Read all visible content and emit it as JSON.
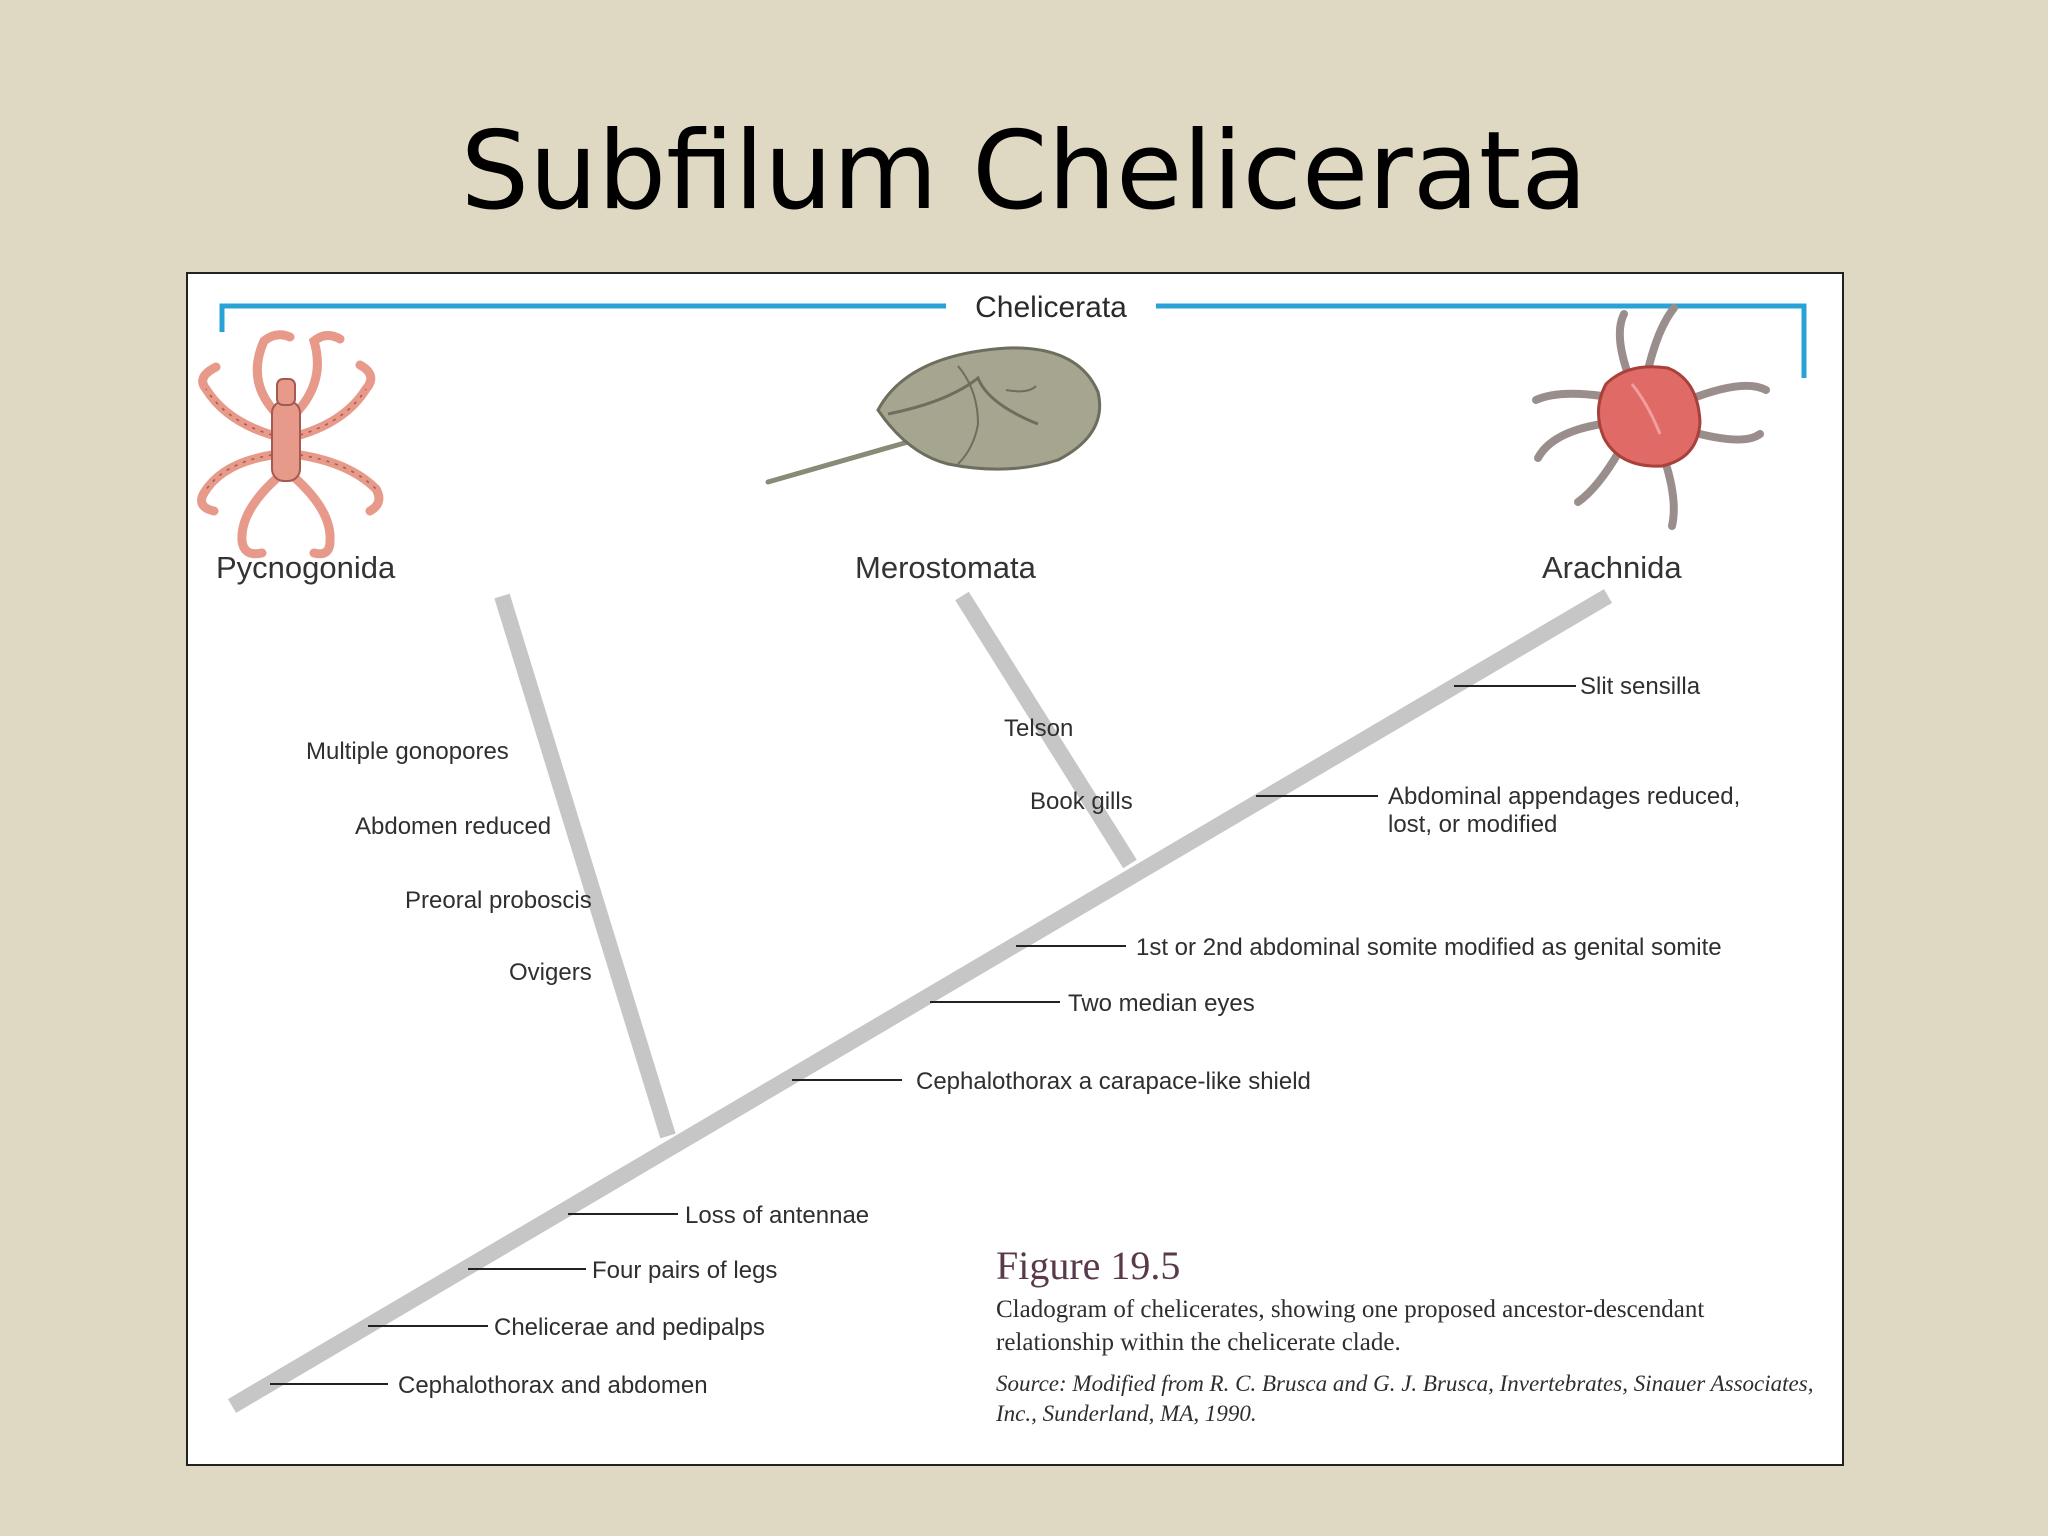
{
  "slide": {
    "title": "Subfilum Chelicerata"
  },
  "diagram": {
    "clade_label": "Chelicerata",
    "taxa": {
      "pycnogonida": "Pycnogonida",
      "merostomata": "Merostomata",
      "arachnida": "Arachnida"
    },
    "pycnogonida_traits": [
      "Multiple gonopores",
      "Abdomen reduced",
      "Preoral proboscis",
      "Ovigers"
    ],
    "merostomata_traits": [
      "Telson",
      "Book gills"
    ],
    "trunk_traits": [
      "Cephalothorax and abdomen",
      "Chelicerae and pedipalps",
      "Four pairs of legs",
      "Loss of antennae",
      "Cephalothorax a carapace-like shield",
      "Two median eyes",
      "1st or 2nd abdominal somite modified as genital somite"
    ],
    "arachnida_traits": {
      "appendages_line1": "Abdominal appendages reduced,",
      "appendages_line2": "lost, or modified",
      "slit": "Slit sensilla"
    },
    "caption": {
      "figure_number": "Figure 19.5",
      "text": "Cladogram of chelicerates, showing one proposed ancestor-descendant relationship within the chelicerate clade.",
      "source": "Source: Modified from R. C. Brusca and G. J. Brusca, Invertebrates, Sinauer Associates, Inc., Sunderland, MA, 1990."
    },
    "colors": {
      "bracket": "#29a3d6",
      "branch": "#c6c6c6",
      "pycnogonid": "#e79a8a",
      "horseshoe_crab": "#a6a590",
      "mite": "#e06b66"
    }
  }
}
